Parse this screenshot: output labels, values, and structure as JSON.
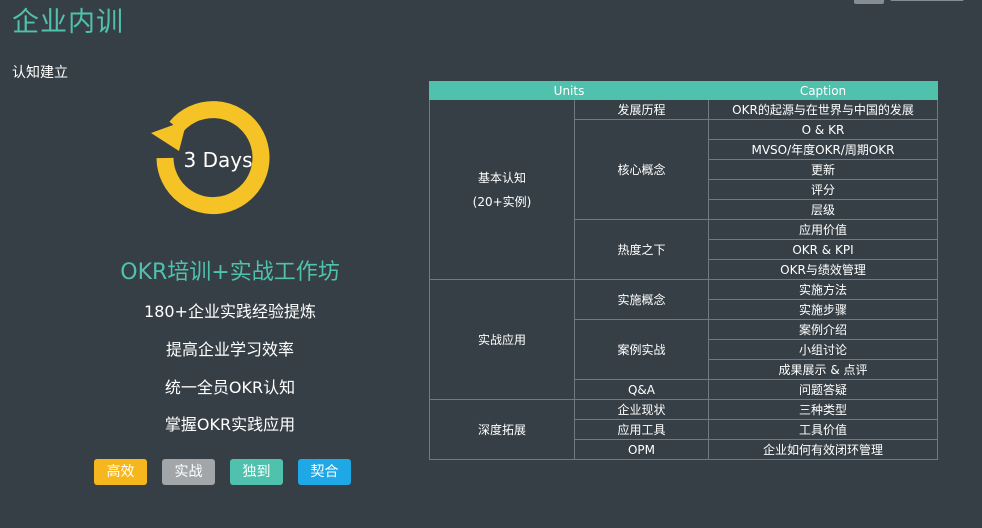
{
  "title": "企业内训",
  "subtitle": "认知建立",
  "cycle_label": "3 Days",
  "headline": "OKR培训+实战工作坊",
  "features": [
    "180+企业实践经验提炼",
    "提高企业学习效率",
    "统一全员OKR认知",
    "掌握OKR实践应用"
  ],
  "tags": [
    {
      "label": "高效",
      "color": "#f6b61d"
    },
    {
      "label": "实战",
      "color": "#a3a6a9"
    },
    {
      "label": "独到",
      "color": "#4fc1ad"
    },
    {
      "label": "契合",
      "color": "#1ea8e6"
    }
  ],
  "colors": {
    "accent": "#4fc1ad",
    "cycle": "#f6c327",
    "background": "#363f45"
  },
  "table": {
    "headers": [
      "Units",
      "Caption"
    ],
    "sections": [
      {
        "category": "基本认知",
        "category_note": "(20+实例)",
        "groups": [
          {
            "unit": "发展历程",
            "captions": [
              "OKR的起源与在世界与中国的发展"
            ]
          },
          {
            "unit": "核心概念",
            "captions": [
              "O & KR",
              "MVSO/年度OKR/周期OKR",
              "更新",
              "评分",
              "层级"
            ]
          },
          {
            "unit": "热度之下",
            "captions": [
              "应用价值",
              "OKR & KPI",
              "OKR与绩效管理"
            ]
          }
        ]
      },
      {
        "category": "实战应用",
        "category_note": "",
        "groups": [
          {
            "unit": "实施概念",
            "captions": [
              "实施方法",
              "实施步骤"
            ]
          },
          {
            "unit": "案例实战",
            "captions": [
              "案例介绍",
              "小组讨论",
              "成果展示 & 点评"
            ]
          },
          {
            "unit": "Q&A",
            "captions": [
              "问题答疑"
            ]
          }
        ]
      },
      {
        "category": "深度拓展",
        "category_note": "",
        "groups": [
          {
            "unit": "企业现状",
            "captions": [
              "三种类型"
            ]
          },
          {
            "unit": "应用工具",
            "captions": [
              "工具价值"
            ]
          },
          {
            "unit": "OPM",
            "captions": [
              "企业如何有效闭环管理"
            ]
          }
        ]
      }
    ]
  }
}
